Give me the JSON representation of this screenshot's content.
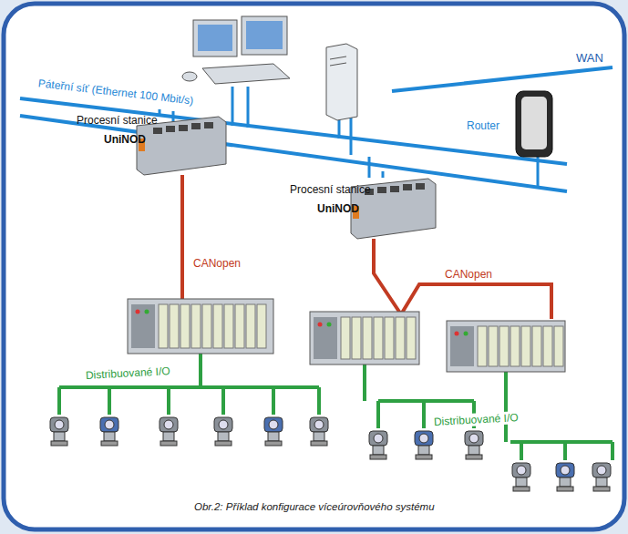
{
  "diagram": {
    "caption": "Obr.2: Příklad konfigurace víceúrovňového systému",
    "nodes": [
      {
        "text": [
          "Procesní stanice",
          "UniNOD"
        ]
      },
      {
        "text": [
          "Procesní stanice",
          "UniNOD"
        ]
      },
      {
        "text": [
          "Router"
        ]
      }
    ],
    "labels": [
      "WAN",
      "Páteřní síť (Ethernet 100 Mbit/s)",
      "CANopen",
      "CANopen",
      "Distribuované I/O",
      "Distribuované I/O"
    ]
  }
}
